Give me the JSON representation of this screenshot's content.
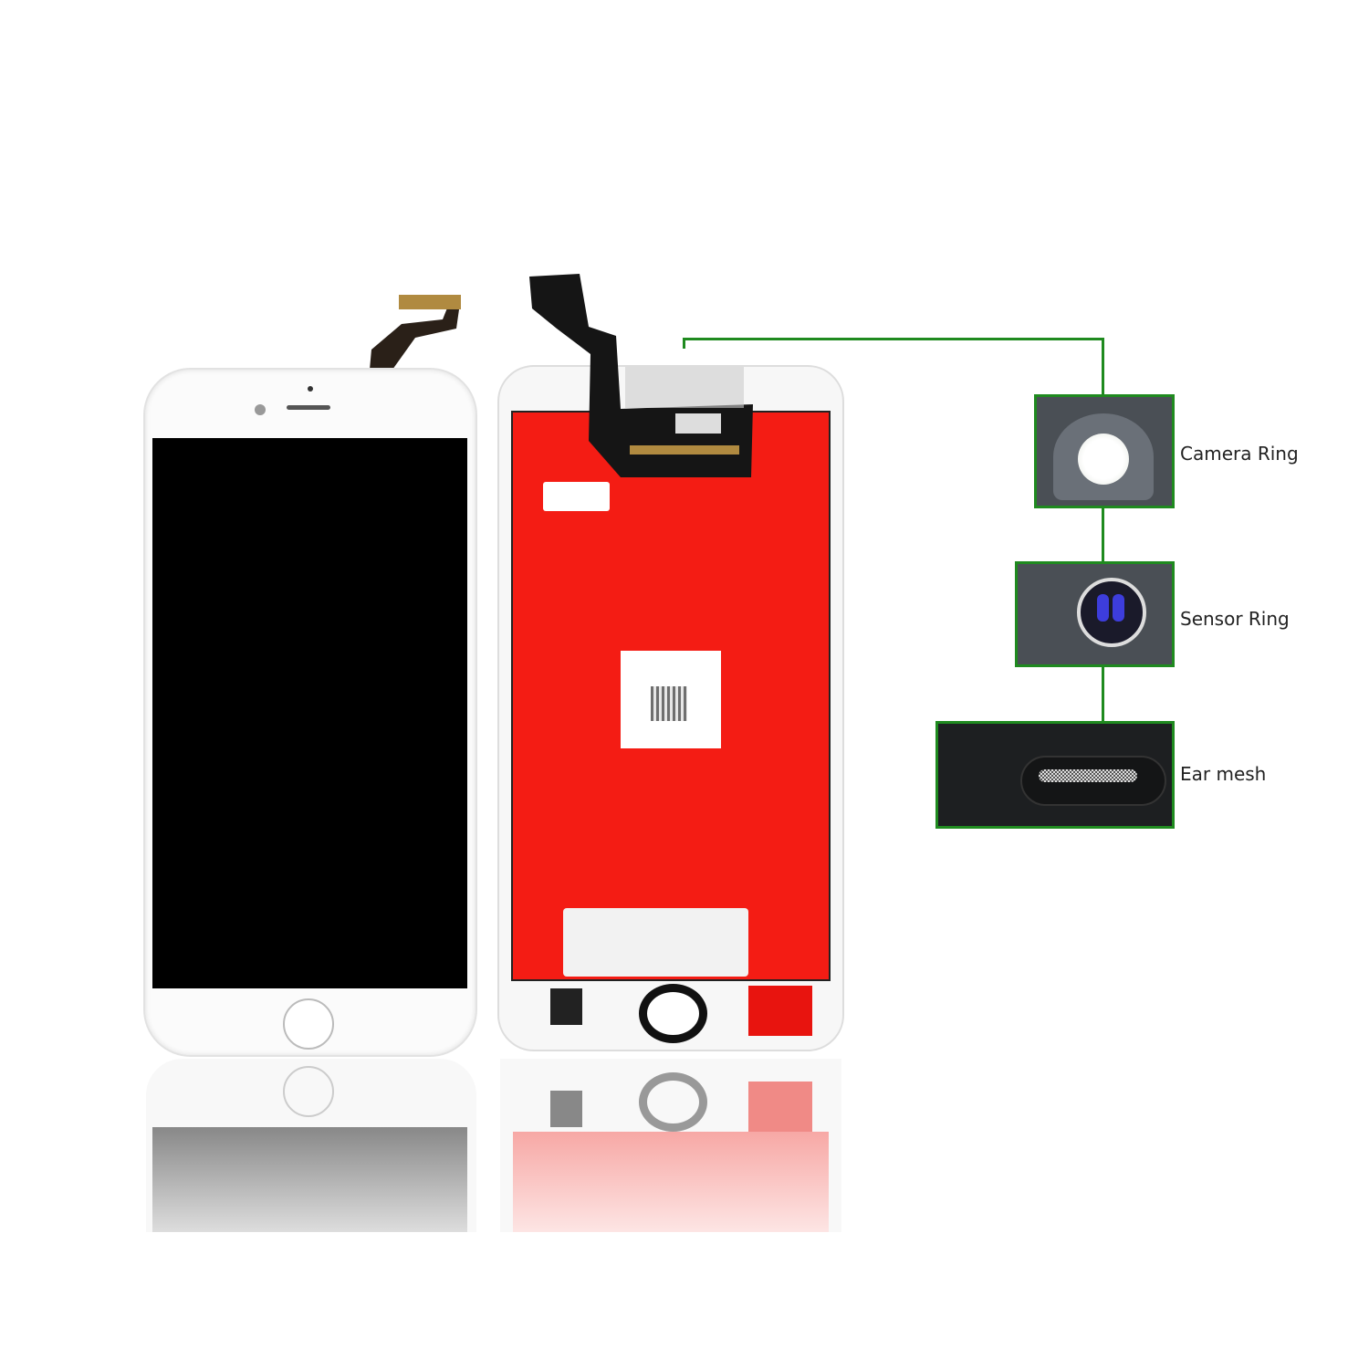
{
  "callouts": [
    {
      "label": "Camera Ring"
    },
    {
      "label": "Sensor Ring"
    },
    {
      "label": "Ear mesh"
    }
  ],
  "colors": {
    "callout_line": "#1f8a1f",
    "back_shield": "#f41c14",
    "screen": "#000000"
  }
}
